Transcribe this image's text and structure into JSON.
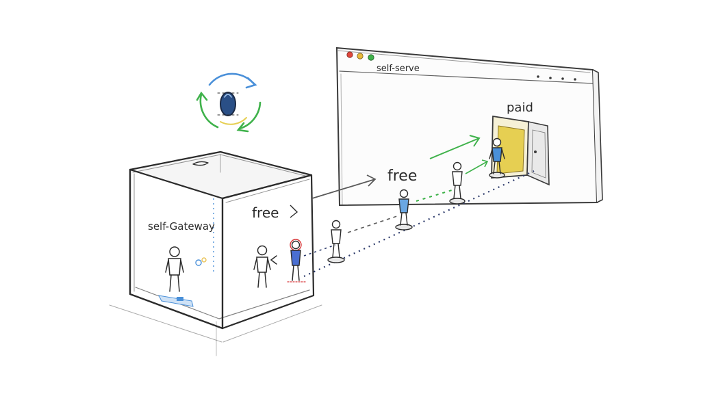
{
  "browser_window": {
    "title": "self-serve",
    "traffic_lights": {
      "close": "#e0463b",
      "minimize": "#e8b93a",
      "maximize": "#3fb24b"
    }
  },
  "labels": {
    "gateway": "self-Gateway",
    "free_box": "free",
    "free_path": "free",
    "paid": "paid"
  },
  "icons": {
    "cycle": "refresh-cycle-icon",
    "door": "open-door-icon"
  },
  "colors": {
    "pencil": "#2b2b2b",
    "green_arrow": "#3fb24b",
    "blue_accent": "#4a90d9",
    "red_accent": "#d8383a",
    "door_yellow": "#e6cf52",
    "dotted_path": "#2c3a6b"
  }
}
